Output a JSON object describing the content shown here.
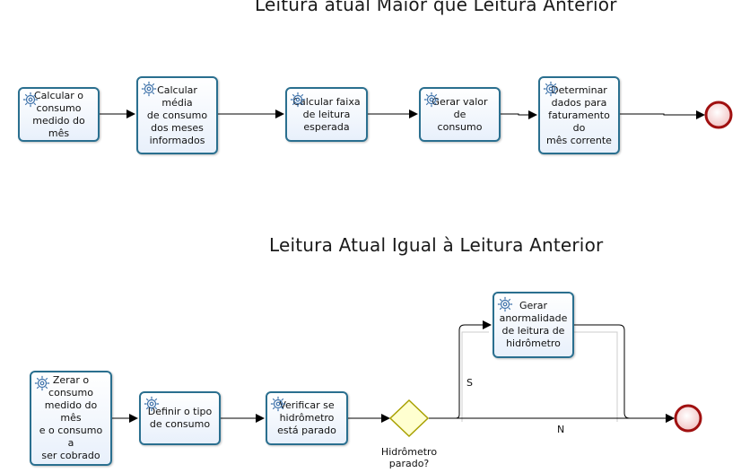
{
  "titles": {
    "top": "Leitura atual Maior que Leitura Anterior",
    "bottom": "Leitura Atual Igual à Leitura Anterior"
  },
  "top_flow": {
    "tasks": [
      {
        "label": "Calcular o\nconsumo\nmedido do mês"
      },
      {
        "label": "Calcular média\nde consumo\ndos meses\ninformados"
      },
      {
        "label": "Calcular faixa\nde leitura\nesperada"
      },
      {
        "label": "Gerar valor de\nconsumo"
      },
      {
        "label": "Determinar\ndados para\nfaturamento do\nmês corrente"
      }
    ]
  },
  "bottom_flow": {
    "tasks": [
      {
        "label": "Zerar o\nconsumo\nmedido do mês\ne o consumo a\nser cobrado"
      },
      {
        "label": "Definir o tipo\nde consumo"
      },
      {
        "label": "Verificar se\nhidrômetro\nestá parado"
      },
      {
        "label": "Gerar\nanormalidade\nde leitura de\nhidrômetro"
      }
    ],
    "gateway_label": "Hidrômetro\nparado?",
    "yes_label": "S",
    "no_label": "N"
  },
  "colors": {
    "task_border": "#2a6f8f",
    "end_event_stroke": "#a01010",
    "gateway_stroke": "#a8a000",
    "gateway_fill": "#ffffd0"
  },
  "icons": {
    "task": "gear-icon"
  }
}
